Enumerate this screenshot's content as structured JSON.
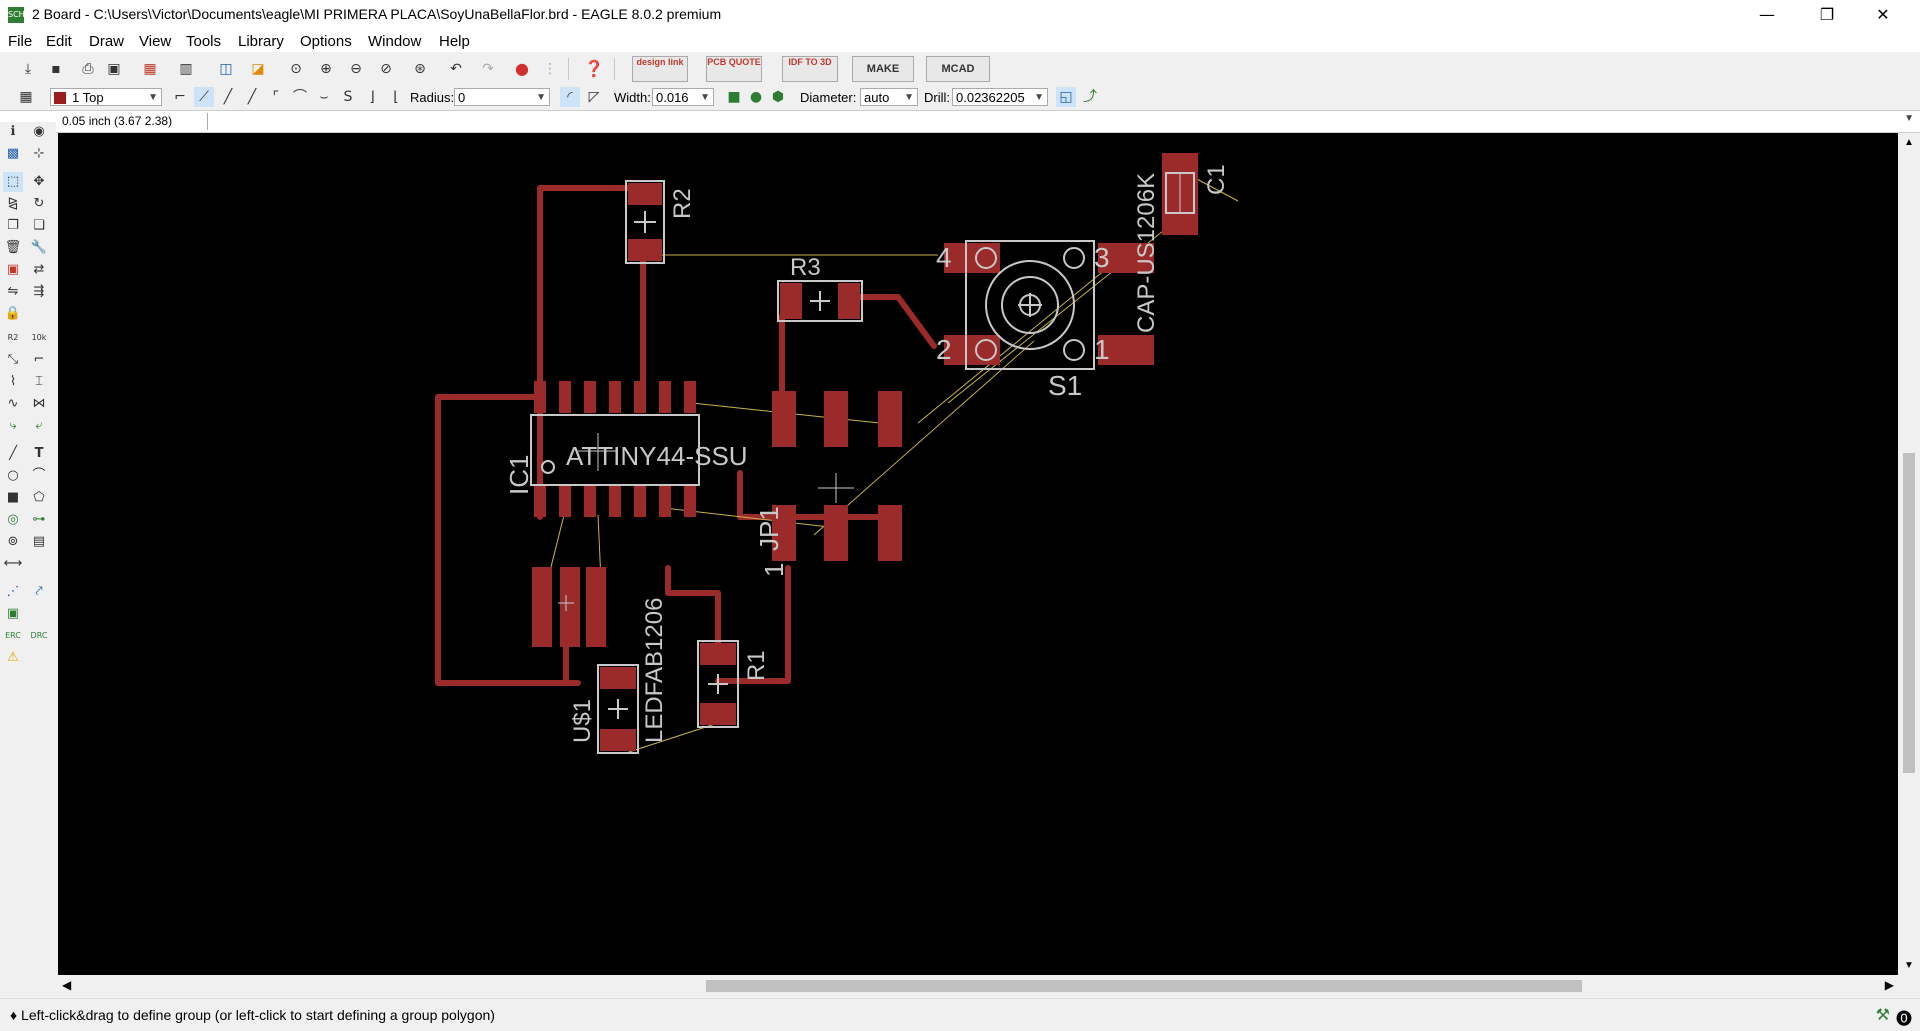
{
  "window": {
    "title": "2 Board - C:\\Users\\Victor\\Documents\\eagle\\MI PRIMERA PLACA\\SoyUnaBellaFlor.brd - EAGLE 8.0.2 premium",
    "app_icon": "SCH",
    "minimize": "—",
    "maximize": "❐",
    "close": "✕"
  },
  "menu": [
    "File",
    "Edit",
    "Draw",
    "View",
    "Tools",
    "Library",
    "Options",
    "Window",
    "Help"
  ],
  "toolbar": {
    "pills": [
      "design link",
      "PCB QUOTE",
      "IDF TO 3D",
      "MAKE",
      "MCAD"
    ]
  },
  "params": {
    "layer": "1 Top",
    "layer_color": "#9b1c1c",
    "radius_label": "Radius:",
    "radius_value": "0",
    "width_label": "Width:",
    "width_value": "0.016",
    "diameter_label": "Diameter:",
    "diameter_value": "auto",
    "drill_label": "Drill:",
    "drill_value": "0.02362205"
  },
  "command": {
    "coordinates": "0.05 inch (3.67 2.38)",
    "input_value": ""
  },
  "board": {
    "copper_color": "#9b2b2b",
    "silk_color": "#c8c8c8",
    "airwire_color": "#c8b24a",
    "parts": {
      "r2": "R2",
      "r3": "R3",
      "c1": "C1",
      "c1_value": "CAP-US1206K",
      "s1": "S1",
      "ic1": "IC1",
      "ic1_value": "ATTINY44-SSU",
      "jp1": "JP1",
      "jp1_pin": "1",
      "r1": "R1",
      "u1": "U$1",
      "u1_value": "LEDFAB1206",
      "s1_pin4": "4",
      "s1_pin3": "3",
      "s1_pin2": "2",
      "s1_pin1": "1"
    }
  },
  "status": {
    "text": "♦ Left-click&drag to define group (or left-click to start defining a group polygon)"
  }
}
